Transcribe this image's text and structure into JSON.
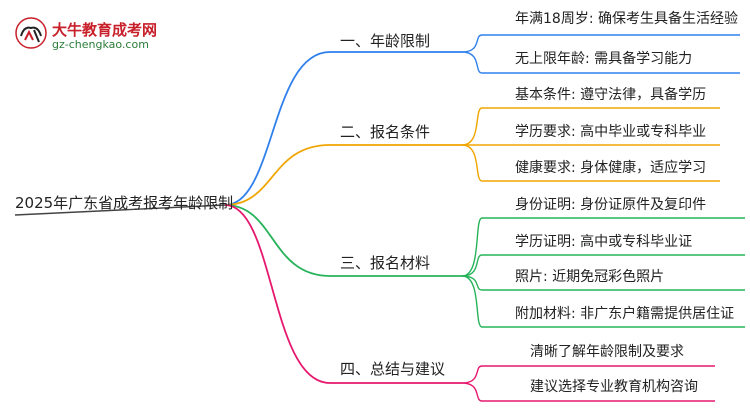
{
  "logo": {
    "title": "大牛教育成考网",
    "url": "gz-chengkao.com"
  },
  "root": {
    "label": "2025年广东省成考报考年龄限制"
  },
  "branches": [
    {
      "label": "一、年龄限制",
      "color": "#2f80ed",
      "leaves": [
        "年满18周岁: 确保考生具备生活经验",
        "无上限年龄: 需具备学习能力"
      ]
    },
    {
      "label": "二、报名条件",
      "color": "#f0a500",
      "leaves": [
        "基本条件: 遵守法律，具备学历",
        "学历要求: 高中毕业或专科毕业",
        "健康要求: 身体健康，适应学习"
      ]
    },
    {
      "label": "三、报名材料",
      "color": "#27b35a",
      "leaves": [
        "身份证明: 身份证原件及复印件",
        "学历证明: 高中或专科毕业证",
        "照片: 近期免冠彩色照片",
        "附加材料: 非广东户籍需提供居住证"
      ]
    },
    {
      "label": "四、总结与建议",
      "color": "#e6186d",
      "leaves": [
        "清晰了解年龄限制及要求",
        "建议选择专业教育机构咨询"
      ]
    }
  ]
}
